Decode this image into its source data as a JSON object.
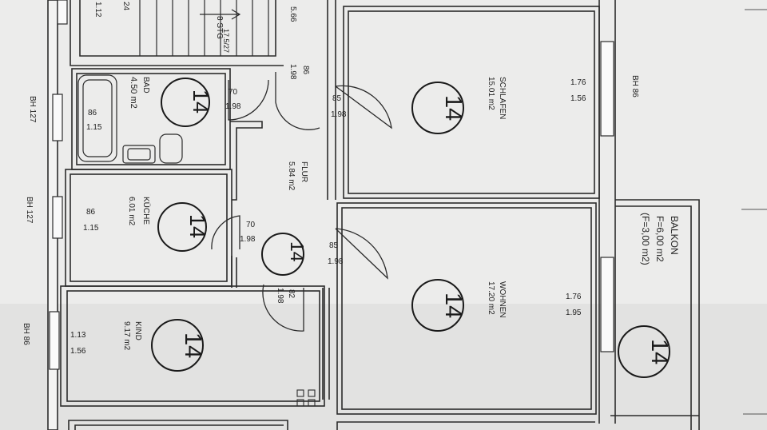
{
  "stairs": {
    "left_fragment": "1.12",
    "top_fragment": "24",
    "label": "8 STG",
    "dims": "17.5/27",
    "fragment_566": "5.66"
  },
  "rooms": {
    "bad": {
      "name": "BAD",
      "area": "4.50 m2"
    },
    "kueche": {
      "name": "KÜCHE",
      "area": "6.01 m2"
    },
    "kind": {
      "name": "KIND",
      "area": "9.17 m2"
    },
    "flur": {
      "name": "FLUR",
      "area": "5.84 m2"
    },
    "schlafen": {
      "name": "SCHLAFEN",
      "area": "15.01 m2"
    },
    "wohnen": {
      "name": "WOHNEN",
      "area": "17.20 m2"
    },
    "balkon": {
      "name": "BALKON",
      "line1": "F=6,00 m2",
      "line2": "(F=3,00 m2)"
    }
  },
  "markers": {
    "number": "14"
  },
  "openings": {
    "d_bad": {
      "w": "70",
      "h": "1.98"
    },
    "d_stair": {
      "w": "86",
      "h": "1.98"
    },
    "d_schlafen": {
      "w": "85",
      "h": "1.98"
    },
    "d_kueche": {
      "w": "70",
      "h": "1.98"
    },
    "d_wohnen": {
      "w": "85",
      "h": "1.98"
    },
    "d_kind": {
      "w": "82",
      "h": "1.98"
    },
    "w_bad": {
      "w": "86",
      "h": "1.15"
    },
    "w_kueche": {
      "w": "86",
      "h": "1.15"
    },
    "w_kind": {
      "w": "1.13",
      "h": "1.56"
    },
    "w_schlafen": {
      "w": "1.76",
      "h": "1.56"
    },
    "w_wohnen": {
      "w": "1.76",
      "h": "1.95"
    }
  },
  "parapets": {
    "bh_bad": "BH 127",
    "bh_kueche": "BH 127",
    "bh_kind": "BH 86",
    "bh_schlafen": "BH 86"
  }
}
